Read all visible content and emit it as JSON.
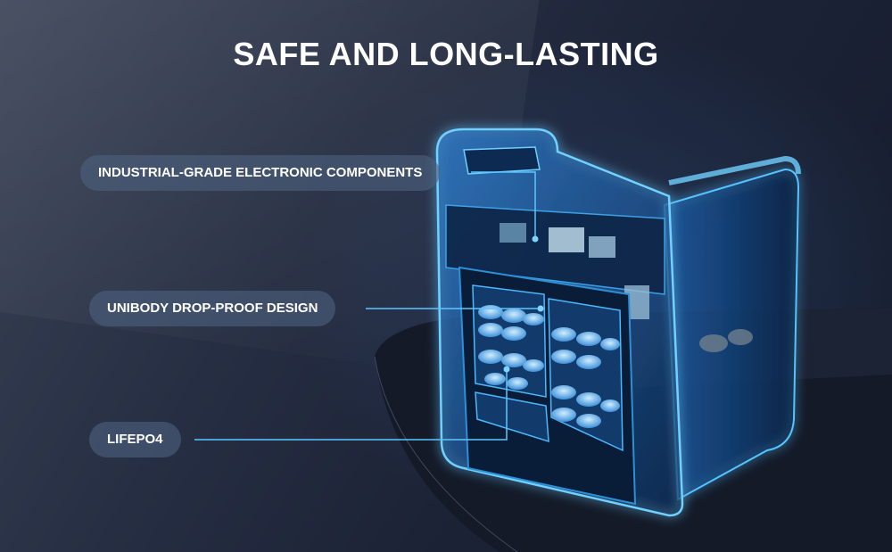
{
  "headline": "SAFE AND LONG-LASTING",
  "callouts": [
    "INDUSTRIAL-GRADE ELECTRONIC COMPONENTS",
    "UNIBODY DROP-PROOF DESIGN",
    "LIFEPO4"
  ],
  "colors": {
    "background": "#1b2236",
    "glow": "#2aa8ff",
    "callout_pill": "#4e617e",
    "text": "#ffffff"
  }
}
